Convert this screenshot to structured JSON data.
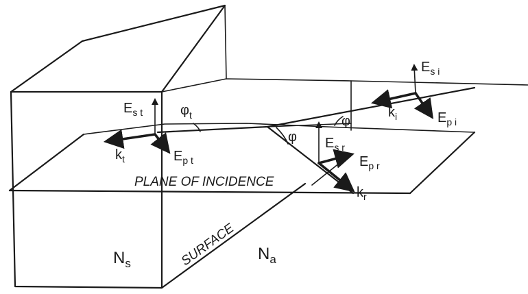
{
  "labels": {
    "e_si": {
      "main": "E",
      "sub": "s i"
    },
    "e_pi": {
      "main": "E",
      "sub": "p i"
    },
    "k_i": {
      "main": "k",
      "sub": "i"
    },
    "phi_1": "φ",
    "phi_2": "φ",
    "e_sr": {
      "main": "E",
      "sub": "s r"
    },
    "e_pr": {
      "main": "E",
      "sub": "p r"
    },
    "k_r": {
      "main": "k",
      "sub": "r"
    },
    "e_st": {
      "main": "E",
      "sub": "s t"
    },
    "e_pt": {
      "main": "E",
      "sub": "p t"
    },
    "k_t": {
      "main": "k",
      "sub": "t"
    },
    "phi_t": {
      "main": "φ",
      "sub": "t"
    },
    "plane": "PLANE OF INCIDENCE",
    "surface": "SURFACE",
    "n_s": {
      "main": "N",
      "sub": "s"
    },
    "n_a": {
      "main": "N",
      "sub": "a"
    }
  }
}
